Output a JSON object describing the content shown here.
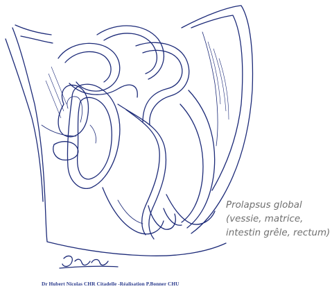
{
  "caption": {
    "line1": "Prolapsus global",
    "line2": "(vessie, matrice,",
    "line3": "intestin grêle, rectum)"
  },
  "signature": "Diene",
  "credit": "Dr Hubert Nicolas CHR Citadelle -Réalisation P.Bonner CHU",
  "colors": {
    "ink": "#1c2a78",
    "caption": "#6f6f6f",
    "background": "#ffffff"
  }
}
